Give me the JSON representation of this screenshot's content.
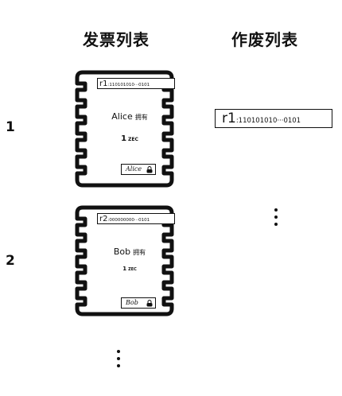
{
  "headers": {
    "invoice_list": "发票列表",
    "void_list": "作废列表"
  },
  "rows": [
    {
      "number": "1",
      "serial_tag": "r1",
      "serial_digits": ":110101010···0101",
      "owner": "Alice",
      "owner_suffix": "拥有",
      "amount": "1",
      "unit": "ZEC",
      "signature": "Alice"
    },
    {
      "number": "2",
      "serial_tag": "r2",
      "serial_digits": ":000000000···0101",
      "owner": "Bob",
      "owner_suffix": "拥有",
      "amount": "1",
      "unit": "ZEC",
      "signature": "Bob"
    }
  ],
  "void_list": [
    {
      "serial_tag": "r1",
      "serial_digits": ":110101010···0101"
    }
  ],
  "icons": {
    "note_shape": "perforated-banknote-outline",
    "lock": "lock-icon",
    "ellipsis": "vertical-ellipsis-icon"
  }
}
